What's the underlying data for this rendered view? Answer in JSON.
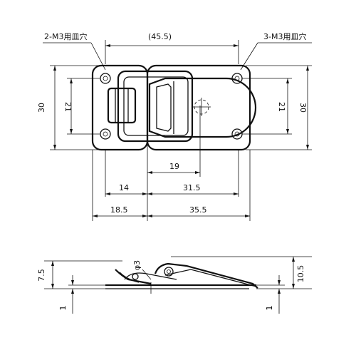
{
  "drawing": {
    "callouts": {
      "left_holes": "2-M3用皿穴",
      "right_holes": "3-M3用皿穴"
    },
    "top_view": {
      "overall_width": "(45.5)",
      "height_left": "30",
      "height_right": "30",
      "hole_pitch_left": "21",
      "hole_pitch_right": "21",
      "dim_19": "19",
      "dim_14": "14",
      "dim_31_5": "31.5",
      "dim_18_5": "18.5",
      "dim_35_5": "35.5"
    },
    "side_view": {
      "phi": "φ3",
      "height_left": "7.5",
      "height_right": "10.5",
      "thickness_left": "1",
      "thickness_right": "1"
    }
  }
}
